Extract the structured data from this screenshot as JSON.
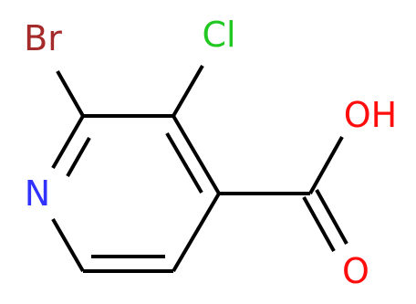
{
  "atoms": {
    "bromine": {
      "label": "Br",
      "color": "#a52a2a"
    },
    "chlorine": {
      "label": "Cl",
      "color": "#21c821"
    },
    "nitrogen": {
      "label": "N",
      "color": "#3232ff"
    },
    "hydroxyl": {
      "label": "OH",
      "color": "#ff0d0d"
    },
    "carbonyl_oxygen": {
      "label": "O",
      "color": "#ff0d0d"
    }
  },
  "bond_color": "#000000"
}
